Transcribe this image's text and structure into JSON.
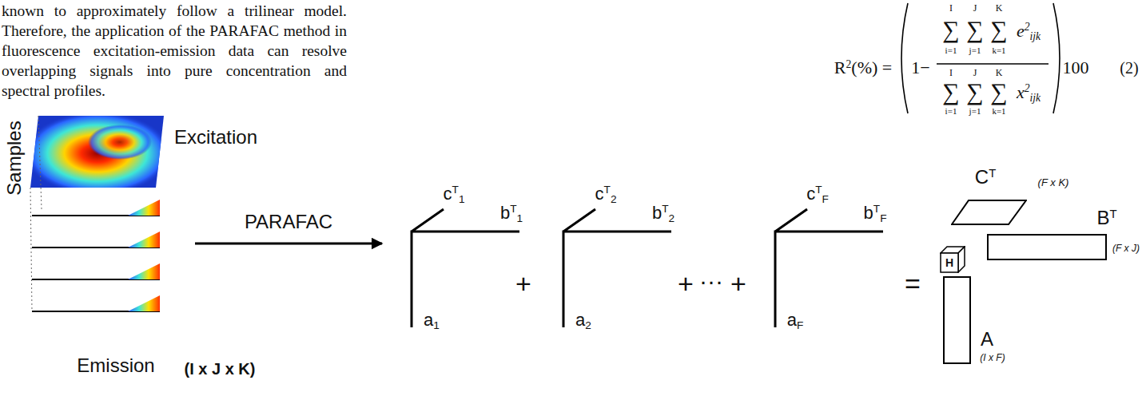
{
  "diagram": {
    "nodes": [
      {
        "text": [
          "Samples",
          "Excitation",
          "Emission",
          "(I x J x K)"
        ]
      },
      {
        "text": [
          "cT1",
          "bT1",
          "a1"
        ]
      },
      {
        "text": [
          "cT2",
          "bT2",
          "a2"
        ]
      },
      {
        "text": [
          "cTF",
          "bTF",
          "aF"
        ]
      },
      {
        "text": [
          "CT",
          "(F x K)"
        ]
      },
      {
        "text": [
          "H"
        ]
      },
      {
        "text": [
          "BT",
          "(F x J)"
        ]
      },
      {
        "text": [
          "A",
          "(I x F)"
        ]
      }
    ],
    "edges": [
      {
        "from": 0,
        "to": 1,
        "arrow": "to",
        "label": "PARAFAC"
      }
    ],
    "labels": [
      "known to approximately follow a trilinear model. Therefore, the application of the PARAFAC method in fluorescence excitation-emission data can resolve overlapping signals into pure concentration and spectral profiles.",
      "R2(%) =",
      "1−",
      "I",
      "J",
      "K",
      "∑",
      "∑",
      "∑",
      "i=1",
      "j=1",
      "k=1",
      "e2ijk",
      "I",
      "J",
      "K",
      "∑",
      "∑",
      "∑",
      "i=1",
      "j=1",
      "k=1",
      "x2ijk",
      "100",
      "(2)",
      "+",
      "+",
      "···",
      "+",
      "="
    ]
  }
}
